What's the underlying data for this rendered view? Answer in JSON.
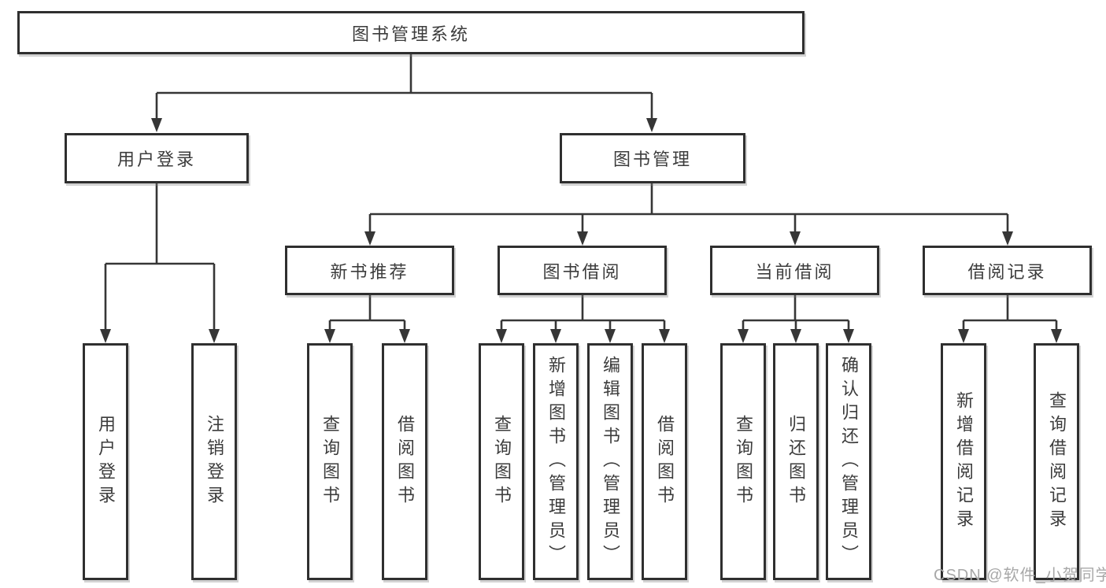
{
  "diagram_type": "hierarchy-tree",
  "tree": {
    "root": {
      "label": "图书管理系统",
      "children": [
        {
          "label": "用户登录",
          "children": [
            {
              "label": "用户登录"
            },
            {
              "label": "注销登录"
            }
          ]
        },
        {
          "label": "图书管理",
          "children": [
            {
              "label": "新书推荐",
              "children": [
                {
                  "label": "查询图书"
                },
                {
                  "label": "借阅图书"
                }
              ]
            },
            {
              "label": "图书借阅",
              "children": [
                {
                  "label": "查询图书"
                },
                {
                  "label": "新增图书（管理员）"
                },
                {
                  "label": "编辑图书（管理员）"
                },
                {
                  "label": "借阅图书"
                }
              ]
            },
            {
              "label": "当前借阅",
              "children": [
                {
                  "label": "查询图书"
                },
                {
                  "label": "归还图书"
                },
                {
                  "label": "确认归还（管理员）"
                }
              ]
            },
            {
              "label": "借阅记录",
              "children": [
                {
                  "label": "新增借阅记录"
                },
                {
                  "label": "查询借阅记录"
                }
              ]
            }
          ]
        }
      ]
    }
  },
  "watermark": {
    "text": "CSDN @软件_小贺同学"
  },
  "colors": {
    "line": "#363636",
    "box_border": "#2f2f2f",
    "text": "#3c3c3c",
    "watermark": "#a8a8a8",
    "background": "#ffffff"
  }
}
